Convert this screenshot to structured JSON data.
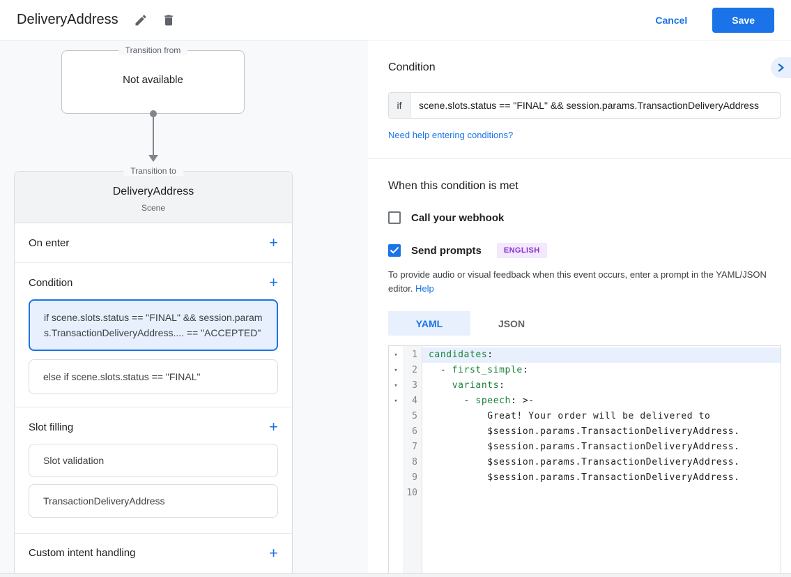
{
  "colors": {
    "accent_blue": "#1a73e8",
    "code_key_green": "#188038",
    "badge_text": "#8430ce",
    "badge_bg": "#f3e8fd",
    "selected_card_bg": "#e8f0fe"
  },
  "top_bar": {
    "title": "DeliveryAddress",
    "cancel_label": "Cancel",
    "save_label": "Save"
  },
  "left_panel": {
    "transition_from": {
      "legend": "Transition from",
      "content": "Not available"
    },
    "scene_card": {
      "legend": "Transition to",
      "title": "DeliveryAddress",
      "subtitle": "Scene",
      "on_enter": {
        "label": "On enter",
        "add": "+"
      },
      "condition": {
        "label": "Condition",
        "add": "+",
        "cards": [
          {
            "text": "if scene.slots.status == \"FINAL\" && session.params.TransactionDeliveryAddress.... == \"ACCEPTED\"",
            "selected": true
          },
          {
            "text": "else if scene.slots.status == \"FINAL\"",
            "selected": false
          }
        ]
      },
      "slot_filling": {
        "label": "Slot filling",
        "add": "+",
        "cards": [
          {
            "text": "Slot validation"
          },
          {
            "text": "TransactionDeliveryAddress"
          }
        ]
      },
      "custom_intent": {
        "label": "Custom intent handling",
        "add": "+"
      }
    }
  },
  "right_panel": {
    "condition_heading": "Condition",
    "if_row": {
      "prefix": "if",
      "value": "scene.slots.status == \"FINAL\" && session.params.TransactionDeliveryAddress"
    },
    "help_link": "Need help entering conditions?",
    "when_heading": "When this condition is met",
    "webhook": {
      "label": "Call your webhook",
      "checked": false
    },
    "prompts": {
      "label": "Send prompts",
      "checked": true,
      "badge": "ENGLISH"
    },
    "description": "To provide audio or visual feedback when this event occurs, enter a prompt in the YAML/JSON editor.",
    "description_link": "Help",
    "tabs": [
      {
        "label": "YAML",
        "active": true
      },
      {
        "label": "JSON",
        "active": false
      }
    ],
    "editor": {
      "lines": [
        {
          "n": 1,
          "fold": true,
          "hl": true,
          "seg": [
            [
              "candidates",
              "key"
            ],
            [
              ":",
              "plain"
            ]
          ]
        },
        {
          "n": 2,
          "fold": true,
          "seg": [
            [
              "  - ",
              "plain"
            ],
            [
              "first_simple",
              "key"
            ],
            [
              ":",
              "plain"
            ]
          ]
        },
        {
          "n": 3,
          "fold": true,
          "seg": [
            [
              "    ",
              "plain"
            ],
            [
              "variants",
              "key"
            ],
            [
              ":",
              "plain"
            ]
          ]
        },
        {
          "n": 4,
          "fold": true,
          "seg": [
            [
              "      - ",
              "plain"
            ],
            [
              "speech",
              "key"
            ],
            [
              ": >-",
              "plain"
            ]
          ]
        },
        {
          "n": 5,
          "seg": [
            [
              "          Great! Your order will be delivered to",
              "plain"
            ]
          ]
        },
        {
          "n": 6,
          "seg": [
            [
              "          $session.params.TransactionDeliveryAddress.",
              "plain"
            ]
          ]
        },
        {
          "n": 7,
          "seg": [
            [
              "          $session.params.TransactionDeliveryAddress.",
              "plain"
            ]
          ]
        },
        {
          "n": 8,
          "seg": [
            [
              "          $session.params.TransactionDeliveryAddress.",
              "plain"
            ]
          ]
        },
        {
          "n": 9,
          "seg": [
            [
              "          $session.params.TransactionDeliveryAddress.",
              "plain"
            ]
          ]
        },
        {
          "n": 10,
          "seg": []
        }
      ]
    }
  }
}
